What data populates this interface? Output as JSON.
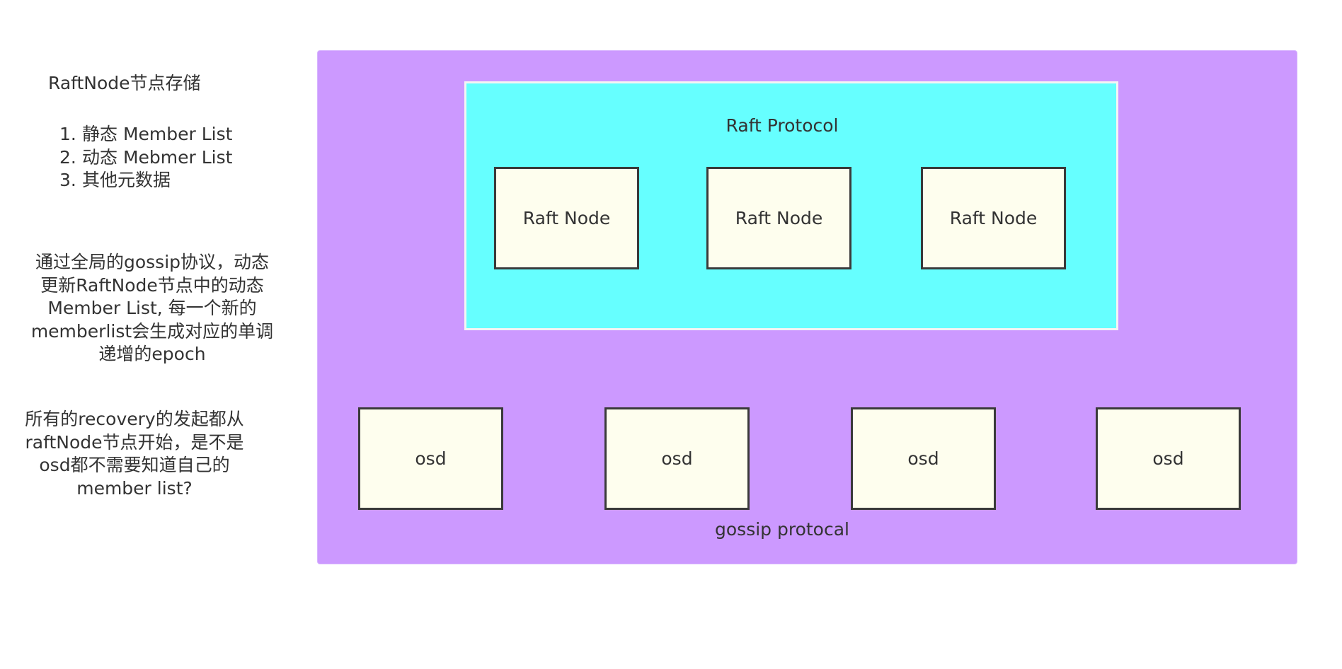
{
  "notes": {
    "title": "RaftNode节点存储",
    "list": [
      {
        "num": "1.",
        "text": "静态 Member List"
      },
      {
        "num": "2.",
        "text": "动态 Mebmer List"
      },
      {
        "num": "3.",
        "text": "其他元数据"
      }
    ],
    "gossip_update": [
      "通过全局的gossip协议，动态",
      "更新RaftNode节点中的动态",
      "Member List, 每一个新的",
      "memberlist会生成对应的单调",
      "递增的epoch"
    ],
    "recovery_question": [
      "所有的recovery的发起都从",
      "raftNode节点开始，是不是",
      "osd都不需要知道自己的",
      "member list?"
    ]
  },
  "diagram": {
    "gossip_label": "gossip protocal",
    "raft_label": "Raft Protocol",
    "raft_nodes": [
      "Raft Node",
      "Raft Node",
      "Raft Node"
    ],
    "osd_nodes": [
      "osd",
      "osd",
      "osd",
      "osd"
    ]
  },
  "colors": {
    "gossip_region": "#cc99ff",
    "raft_region": "#66ffff",
    "node_fill": "#fefeee",
    "node_border": "#3a3a3a",
    "text": "#333333"
  }
}
